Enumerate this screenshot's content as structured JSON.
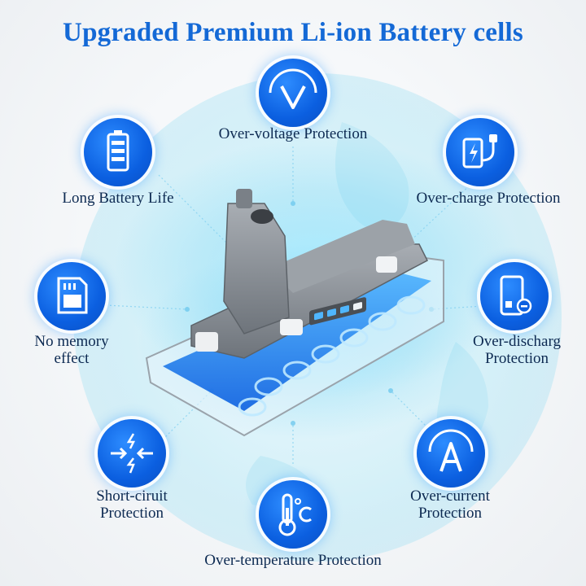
{
  "title": "Upgraded Premium Li-ion Battery cells",
  "colors": {
    "brand_blue": "#0b5fe0",
    "title_blue": "#1469d6",
    "label_dark": "#0d2a52",
    "glow": "#7fd8f5",
    "battery_gray": "#8b9096"
  },
  "battery_indicator": {
    "lit_segments": 3,
    "total_segments": 4
  },
  "features": [
    {
      "id": "over-voltage",
      "icon": "voltage-v-icon",
      "lines": [
        "Over-voltage Protection"
      ]
    },
    {
      "id": "long-life",
      "icon": "battery-full-icon",
      "lines": [
        "Long Battery Life"
      ]
    },
    {
      "id": "over-charge",
      "icon": "charging-plug-icon",
      "lines": [
        "Over-charge Protection"
      ]
    },
    {
      "id": "no-memory",
      "icon": "memory-card-icon",
      "lines": [
        "No memory",
        "effect"
      ]
    },
    {
      "id": "over-discharge",
      "icon": "phone-minus-icon",
      "lines": [
        "Over-discharg",
        "Protection"
      ]
    },
    {
      "id": "short-circuit",
      "icon": "short-circuit-icon",
      "lines": [
        "Short-ciruit",
        "Protection"
      ]
    },
    {
      "id": "over-current",
      "icon": "current-a-icon",
      "lines": [
        "Over-current",
        "Protection"
      ]
    },
    {
      "id": "over-temperature",
      "icon": "thermometer-celsius-icon",
      "lines": [
        "Over-temperature Protection"
      ]
    }
  ]
}
